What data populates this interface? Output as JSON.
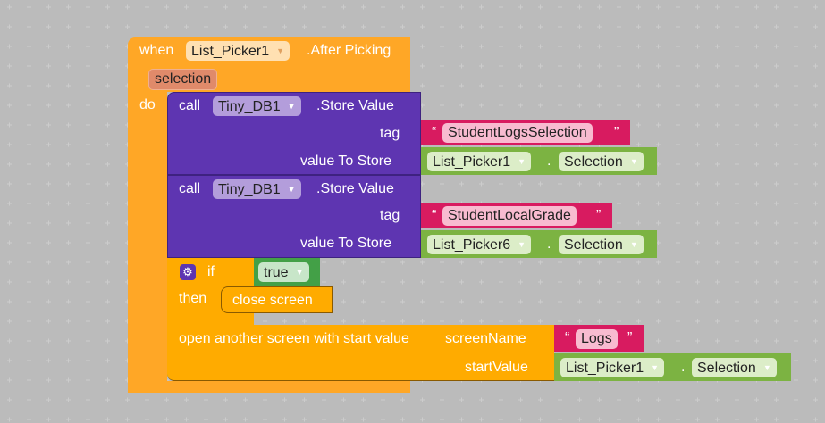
{
  "event": {
    "when": "when",
    "component": "List_Picker1",
    "event": ".After Picking",
    "param": "selection",
    "do": "do"
  },
  "calls": [
    {
      "call": "call",
      "component": "Tiny_DB1",
      "method": ".Store Value",
      "tag_label": "tag",
      "value_label": "value To Store",
      "tag_value": "StudentLogsSelection",
      "value_component": "List_Picker1",
      "value_property": "Selection"
    },
    {
      "call": "call",
      "component": "Tiny_DB1",
      "method": ".Store Value",
      "tag_label": "tag",
      "value_label": "value To Store",
      "tag_value": "StudentLocalGrade",
      "value_component": "List_Picker6",
      "value_property": "Selection"
    }
  ],
  "if_block": {
    "if": "if",
    "then": "then",
    "condition": "true",
    "action": "close screen"
  },
  "open_screen": {
    "label": "open another screen with start value",
    "screen_label": "screenName",
    "screen_value": "Logs",
    "start_label": "startValue",
    "start_component": "List_Picker1",
    "start_property": "Selection"
  },
  "quote_open": "“",
  "quote_close": "”",
  "dot": "."
}
